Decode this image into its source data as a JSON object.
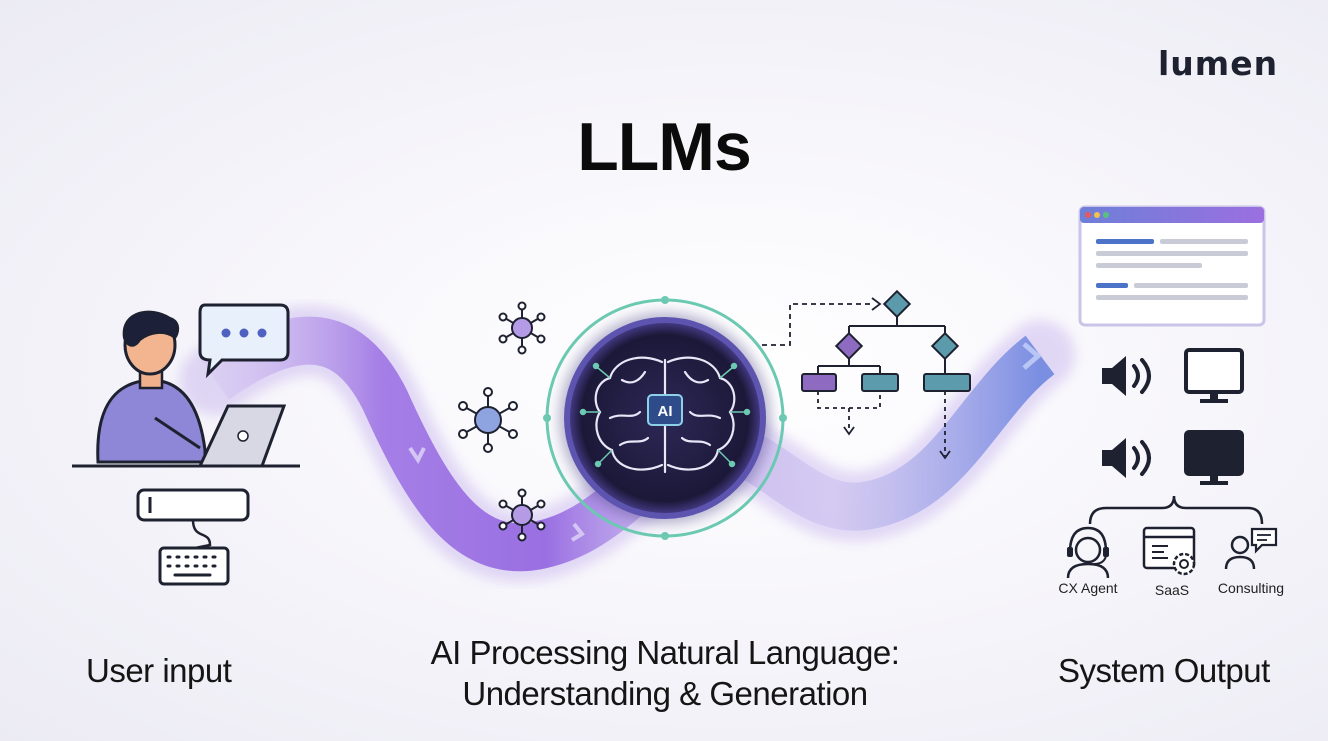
{
  "brand": {
    "logo_text": "lumen"
  },
  "title": "LLMs",
  "captions": {
    "user_input": "User input",
    "processing_line1": "AI Processing Natural Language:",
    "processing_line2": "Understanding & Generation",
    "system_output": "System Output"
  },
  "brain_badge": "AI",
  "services": [
    {
      "label": "CX Agent",
      "icon": "headset-agent-icon"
    },
    {
      "label": "SaaS",
      "icon": "saas-window-gear-icon"
    },
    {
      "label": "Consulting",
      "icon": "consultant-chat-icon"
    }
  ],
  "colors": {
    "flow_purple": "#9b6fe0",
    "flow_blue": "#6e7fd8",
    "ring_teal": "#6ccab2",
    "brain_core": "#1f1b3e",
    "flow_teal_box": "#5b9bab",
    "flow_purple_box": "#8e6bc1"
  }
}
